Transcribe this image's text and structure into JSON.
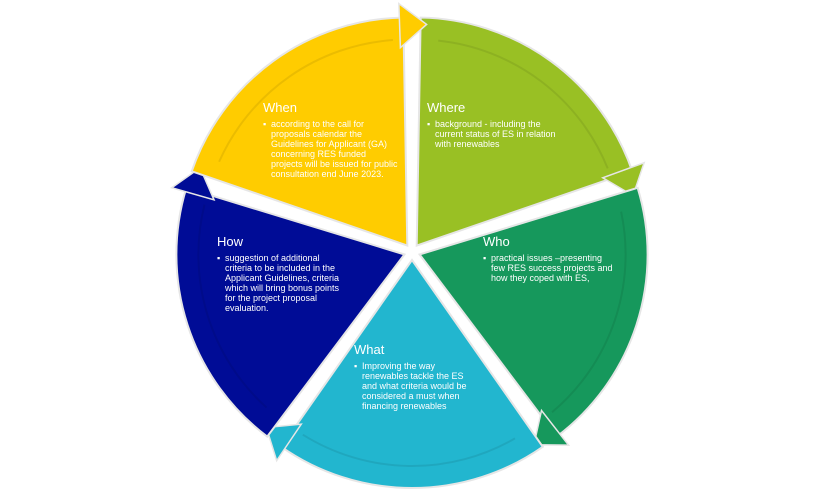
{
  "segments": [
    {
      "title": "Where",
      "text": "background - including the current status of ES in relation with renewables",
      "color": "#99C024"
    },
    {
      "title": "Who",
      "text": "practical issues –presenting few RES success projects and how they coped with ES,",
      "color": "#16985C"
    },
    {
      "title": "What",
      "text": "Improving the way renewables tackle the ES and what criteria would be considered a must when financing renewables",
      "color": "#22B6CF"
    },
    {
      "title": "How",
      "text": "suggestion of additional criteria to be included in the Applicant Guidelines, criteria which will bring bonus points for the project proposal evaluation.",
      "color": "#000C96"
    },
    {
      "title": "When",
      "text": "according to the call for proposals calendar the Guidelines for Applicant (GA) concerning RES funded projects will be issued for public consultation end June 2023.",
      "color": "#FFCC00"
    }
  ],
  "bullet_char": "▪"
}
